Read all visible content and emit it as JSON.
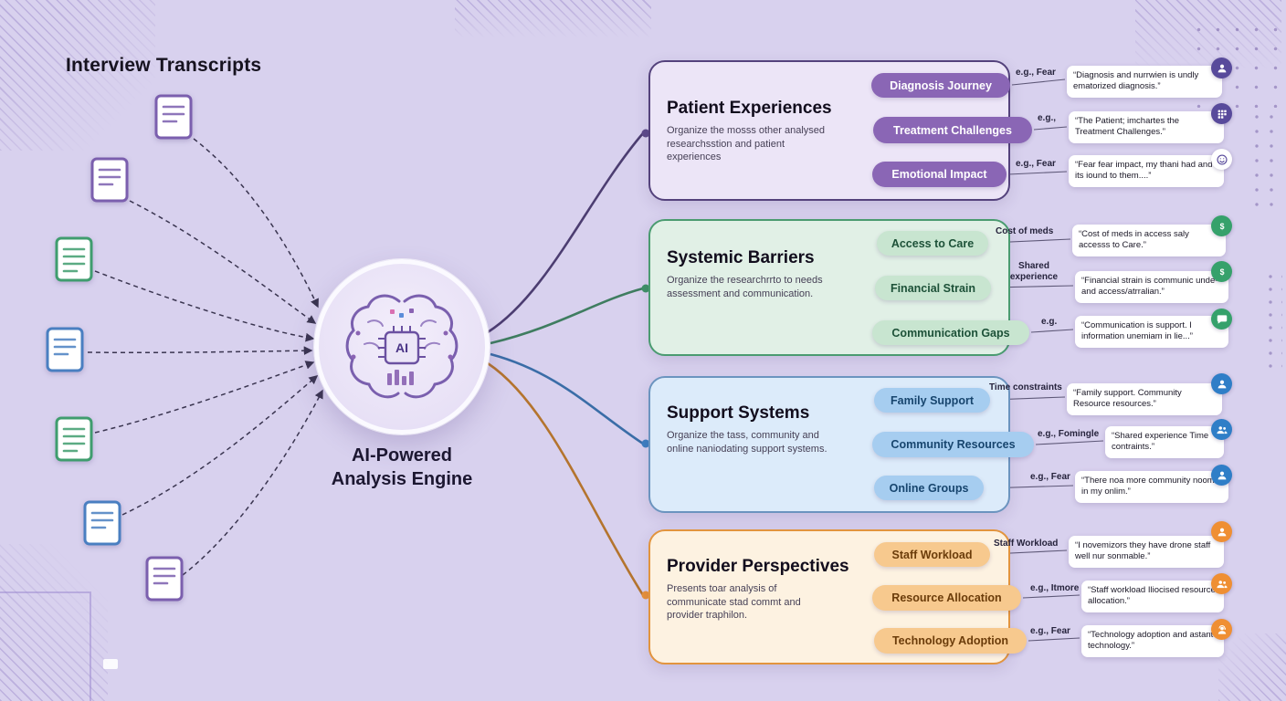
{
  "canvas": {
    "background": "#d8d1ee"
  },
  "left_panel": {
    "title": "Interview Transcripts",
    "documents": [
      {
        "color": "#7b5fae"
      },
      {
        "color": "#7b5fae"
      },
      {
        "color": "#3f9d6e"
      },
      {
        "color": "#4a7fc1"
      },
      {
        "color": "#3f9d6e"
      },
      {
        "color": "#4a7fc1"
      },
      {
        "color": "#7b5fae"
      }
    ]
  },
  "engine": {
    "chip_label": "AI",
    "caption_line1": "AI-Powered",
    "caption_line2": "Analysis Engine"
  },
  "themes": [
    {
      "title": "Patient Experiences",
      "description": "Organize the mosss other analysed researchsstion and patient experiences",
      "accent": "#54427c",
      "box_fill": "#ece5f7",
      "pill_bg": "#8a66b5",
      "pill_fg": "#ffffff",
      "nodes": [
        {
          "label": "Diagnosis Journey",
          "example": "e.g., Fear",
          "quote": "“Diagnosis and nurrwien is undly ematorized diagnosis.”",
          "icon": "person",
          "icon_bg": "#584a9b",
          "icon_fg": "#ffffff"
        },
        {
          "label": "Treatment Challenges",
          "example": "e.g.,",
          "quote": "“The Patient; imchartes the Treatment Challenges.”",
          "icon": "grid",
          "icon_bg": "#584a9b",
          "icon_fg": "#ffffff"
        },
        {
          "label": "Emotional Impact",
          "example": "e.g., Fear",
          "quote": "“Fear fear impact, my thani had and its iound to them....”",
          "icon": "smiley",
          "icon_bg": "#ffffff",
          "icon_fg": "#584a9b"
        }
      ]
    },
    {
      "title": "Systemic Barriers",
      "description": "Organize the researchrrto to needs assessment and communication.",
      "accent": "#4a9b70",
      "box_fill": "#e1f0e6",
      "pill_bg": "#c8e5d0",
      "pill_fg": "#1d5138",
      "nodes": [
        {
          "label": "Access to Care",
          "example": "Cost of meds",
          "quote": "“Cost of meds in access saly accesss to Care.”",
          "icon": "dollar",
          "icon_bg": "#36a16b",
          "icon_fg": "#ffffff"
        },
        {
          "label": "Financial Strain",
          "example": "Shared experience",
          "quote": "“Financial strain is communic unde-and access/atrralian.”",
          "icon": "dollar",
          "icon_bg": "#36a16b",
          "icon_fg": "#ffffff"
        },
        {
          "label": "Communication Gaps",
          "example": "e.g.",
          "quote": "“Communication is support. I information unemiam in lie...”",
          "icon": "chat",
          "icon_bg": "#36a16b",
          "icon_fg": "#ffffff"
        }
      ]
    },
    {
      "title": "Support Systems",
      "description": "Organize the tass, community and online naniodating support systems.",
      "accent": "#6b94bf",
      "box_fill": "#dcebfa",
      "pill_bg": "#a6cdf0",
      "pill_fg": "#17456e",
      "nodes": [
        {
          "label": "Family Support",
          "example": "Time constraints",
          "quote": "“Family support. Community Resource resources.”",
          "icon": "person",
          "icon_bg": "#2f7ec7",
          "icon_fg": "#ffffff"
        },
        {
          "label": "Community Resources",
          "example": "e.g., Fomingle",
          "quote": "“Shared experience Time contraints.”",
          "icon": "people",
          "icon_bg": "#2f7ec7",
          "icon_fg": "#ffffff"
        },
        {
          "label": "Online Groups",
          "example": "e.g., Fear",
          "quote": "“There noa more community nooms in my onlim.”",
          "icon": "person",
          "icon_bg": "#2f7ec7",
          "icon_fg": "#ffffff"
        }
      ]
    },
    {
      "title": "Provider Perspectives",
      "description": "Presents toar analysis of communicate stad commt and provider traphilon.",
      "accent": "#e2943e",
      "box_fill": "#fdf2e1",
      "pill_bg": "#f7c98e",
      "pill_fg": "#6b3c0a",
      "nodes": [
        {
          "label": "Staff Workload",
          "example": "Staff Workload",
          "quote": "“I novemizors they have drone staff well nur sonmable.”",
          "icon": "person",
          "icon_bg": "#ef8f33",
          "icon_fg": "#ffffff"
        },
        {
          "label": "Resource Allocation",
          "example": "e.g., Itmore",
          "quote": "“Staff workload Iliocised resource allocation.”",
          "icon": "people",
          "icon_bg": "#ef8f33",
          "icon_fg": "#ffffff"
        },
        {
          "label": "Technology Adoption",
          "example": "e.g., Fear",
          "quote": "“Technology adoption and astant technology.”",
          "icon": "headset",
          "icon_bg": "#ef8f33",
          "icon_fg": "#ffffff"
        }
      ]
    }
  ]
}
